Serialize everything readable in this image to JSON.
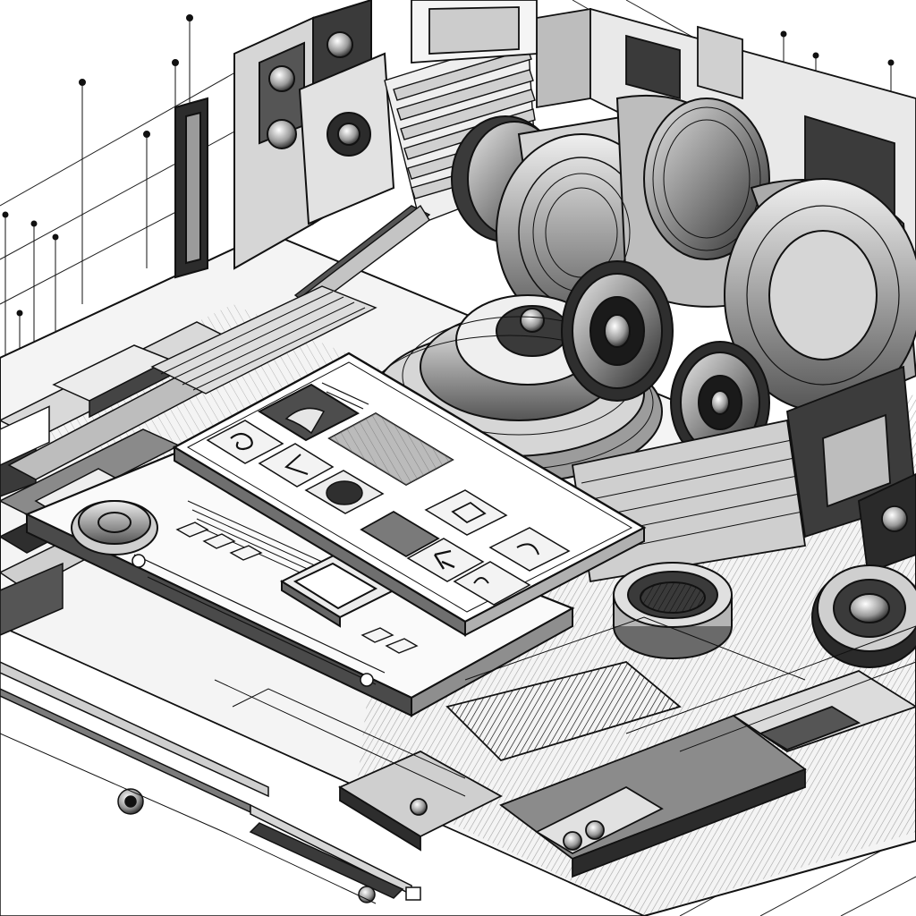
{
  "scene": {
    "style": "black-and-white isometric technical ink illustration",
    "palette": {
      "paper": "#ffffff",
      "ink": "#111111",
      "mid": "#6d6d6d",
      "light": "#c9c9c9",
      "shadow": "#2a2a2a"
    }
  },
  "floating_panel": {
    "icons": [
      "spiral-icon",
      "chevron-left-icon",
      "circle-icon",
      "diamond-icon",
      "crescent-icon",
      "glyph-k-icon",
      "wave-icon"
    ]
  },
  "lower_panel": {
    "icons": [
      "dial-icon",
      "small-square-icon"
    ]
  },
  "machinery": {
    "elements": [
      "speaker-tower",
      "cylinder-rotors",
      "turbine-disc",
      "lens-camera",
      "ring-bowl",
      "gear-wheel"
    ]
  }
}
